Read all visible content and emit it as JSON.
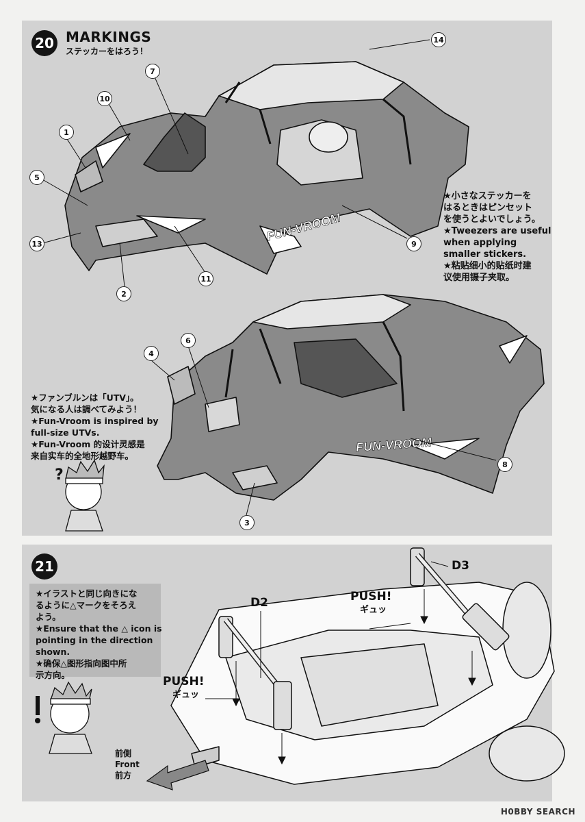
{
  "step20": {
    "number": "20",
    "title": "MARKINGS",
    "subtitle": "ステッカーをはろう！",
    "note": "★小さなステッカーを\nはるときはピンセット\nを使うとよいでしょう。\n★Tweezers are useful\nwhen applying\nsmaller stickers.\n★粘贴细小的贴纸时建\n议使用镊子夹取。",
    "character_note": "★ファンブルンは「UTV」。\n気になる人は調べてみよう！\n★Fun-Vroom is inspired by\nfull-size UTVs.\n★Fun-Vroom 的设计灵感是\n来自实车的全地形越野车。",
    "callouts": [
      "1",
      "2",
      "3",
      "4",
      "5",
      "6",
      "7",
      "8",
      "9",
      "10",
      "11",
      "13",
      "14"
    ],
    "body_decal": "FUN-VROOM"
  },
  "step21": {
    "number": "21",
    "note": "★イラストと同じ向きにな\nるように△マークをそろえ\nよう。\n★Ensure that the △ icon is\npointing in the direction\nshown.\n★确保△图形指向图中所\n示方向。",
    "part_d2": "D2",
    "part_d3": "D3",
    "push_label": "PUSH!",
    "push_jp": "ギュッ",
    "front_label": "前側\nFront\n前方"
  },
  "credit": "H0BBY SEARCH"
}
